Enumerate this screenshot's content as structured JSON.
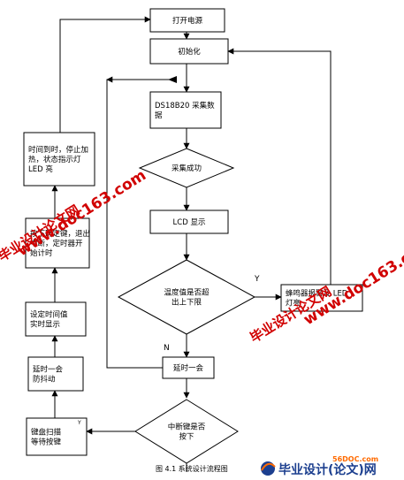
{
  "nodes": [
    {
      "id": "power_on",
      "lines": [
        "打开电源"
      ]
    },
    {
      "id": "init",
      "lines": [
        "初始化"
      ]
    },
    {
      "id": "ds18b20",
      "lines": [
        "DS18B20  采集数",
        "据"
      ]
    },
    {
      "id": "collect_ok",
      "lines": [
        "采集成功"
      ]
    },
    {
      "id": "lcd",
      "lines": [
        "LCD 显示"
      ]
    },
    {
      "id": "temp_check",
      "lines": [
        "温度值是否超",
        "出上下限"
      ]
    },
    {
      "id": "alarm",
      "lines": [
        "蜂鸣器报警及 LED",
        "灯亮"
      ]
    },
    {
      "id": "delay_main",
      "lines": [
        "延时一会"
      ]
    },
    {
      "id": "int_check",
      "lines": [
        "中断键是否",
        "按下"
      ]
    },
    {
      "id": "key_scan",
      "lines": [
        "键盘扫描",
        "等待按键"
      ]
    },
    {
      "id": "delay_debounce",
      "lines": [
        "延时一会",
        "防抖动"
      ]
    },
    {
      "id": "set_time",
      "lines": [
        "设定时间值",
        "实时显示"
      ]
    },
    {
      "id": "press_exit",
      "lines": [
        "按下确定键，退出",
        "中断，定时器开",
        "始计时"
      ]
    },
    {
      "id": "time_up",
      "lines": [
        "时间到时，停止加",
        "热，状态指示灯",
        "LED 亮"
      ]
    }
  ],
  "edge_labels": {
    "yes": "Y",
    "no": "N",
    "int_yes": "Y"
  },
  "caption": "图 4.1    系统设计流程图",
  "watermarks": {
    "url": "www.doc163.com",
    "brand": "毕业设计论文网",
    "site": "56DOC.com",
    "logo": "毕业设计(论文)网"
  },
  "colors": {
    "watermark": "#d10000",
    "line": "#000000",
    "logo_blue": "#1c3f8f"
  }
}
